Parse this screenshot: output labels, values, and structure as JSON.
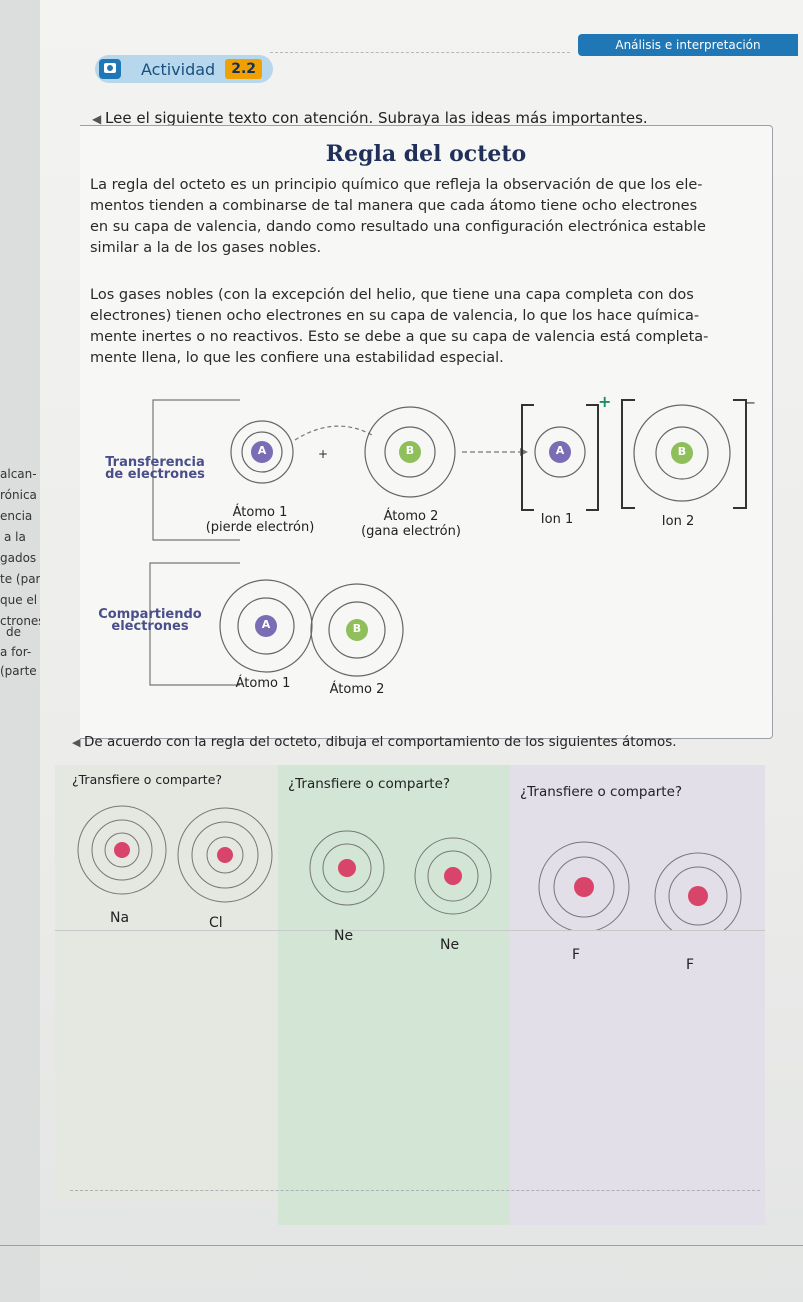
{
  "header": {
    "section_tag": "Análisis e interpretación",
    "activity_label": "Actividad",
    "activity_number": "2.2"
  },
  "instruction_1": "Lee el siguiente texto con atención. Subraya las ideas más importantes.",
  "reading": {
    "title": "Regla del octeto",
    "p1_lines": [
      "La regla del octeto es un principio químico que refleja la observación de que los ele-",
      "mentos tienden a combinarse de tal manera que cada átomo tiene ocho electrones",
      "en su capa de valencia, dando como resultado una configuración electrónica estable",
      "similar a la de los gases nobles."
    ],
    "p2_lines": [
      "Los gases nobles (con la excepción del helio, que tiene una capa completa con dos",
      "electrones) tienen ocho electrones en su capa de valencia, lo que los hace química-",
      "mente inertes o no reactivos. Esto se debe a que su capa de valencia está completa-",
      "mente llena, lo que les confiere una estabilidad especial."
    ]
  },
  "diagram": {
    "transfer_label_1": "Transferencia",
    "transfer_label_2": "de electrones",
    "share_label_1": "Compartiendo",
    "share_label_2": "electrones",
    "atom_a": "A",
    "atom_b": "B",
    "plus": "+",
    "atom1": "Átomo 1",
    "atom2": "Átomo 2",
    "atom1_note": "(pierde electrón)",
    "atom2_note": "(gana electrón)",
    "ion1": "Ion 1",
    "ion2": "Ion 2",
    "ion1_charge": "+",
    "ion2_charge": "−",
    "share_atom1": "Átomo 1",
    "share_atom2": "Átomo 2"
  },
  "instruction_2": "De acuerdo con la regla del octeto, dibuja el comportamiento de los siguientes átomos.",
  "columns": [
    {
      "question": "¿Transfiere o comparte?",
      "el1": "Na",
      "el2": "Cl",
      "color": "#e6e8e2"
    },
    {
      "question": "¿Transfiere o comparte?",
      "el1": "Ne",
      "el2": "Ne",
      "color": "#d5e8d6"
    },
    {
      "question": "¿Transfiere o comparte?",
      "el1": "F",
      "el2": "F",
      "color": "#e0dde8"
    }
  ],
  "left_page_fragments": [
    "alcan-",
    "rónica",
    "encia",
    "a la",
    "gados",
    "te (par-",
    "que el",
    "ctrones",
    "de",
    "a for-",
    "(parte"
  ]
}
